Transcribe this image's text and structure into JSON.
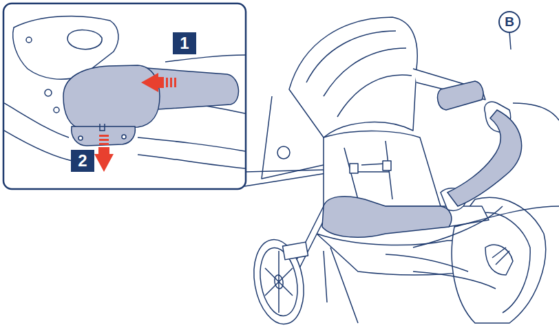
{
  "diagram": {
    "labels": [
      "1",
      "2",
      "B"
    ]
  }
}
